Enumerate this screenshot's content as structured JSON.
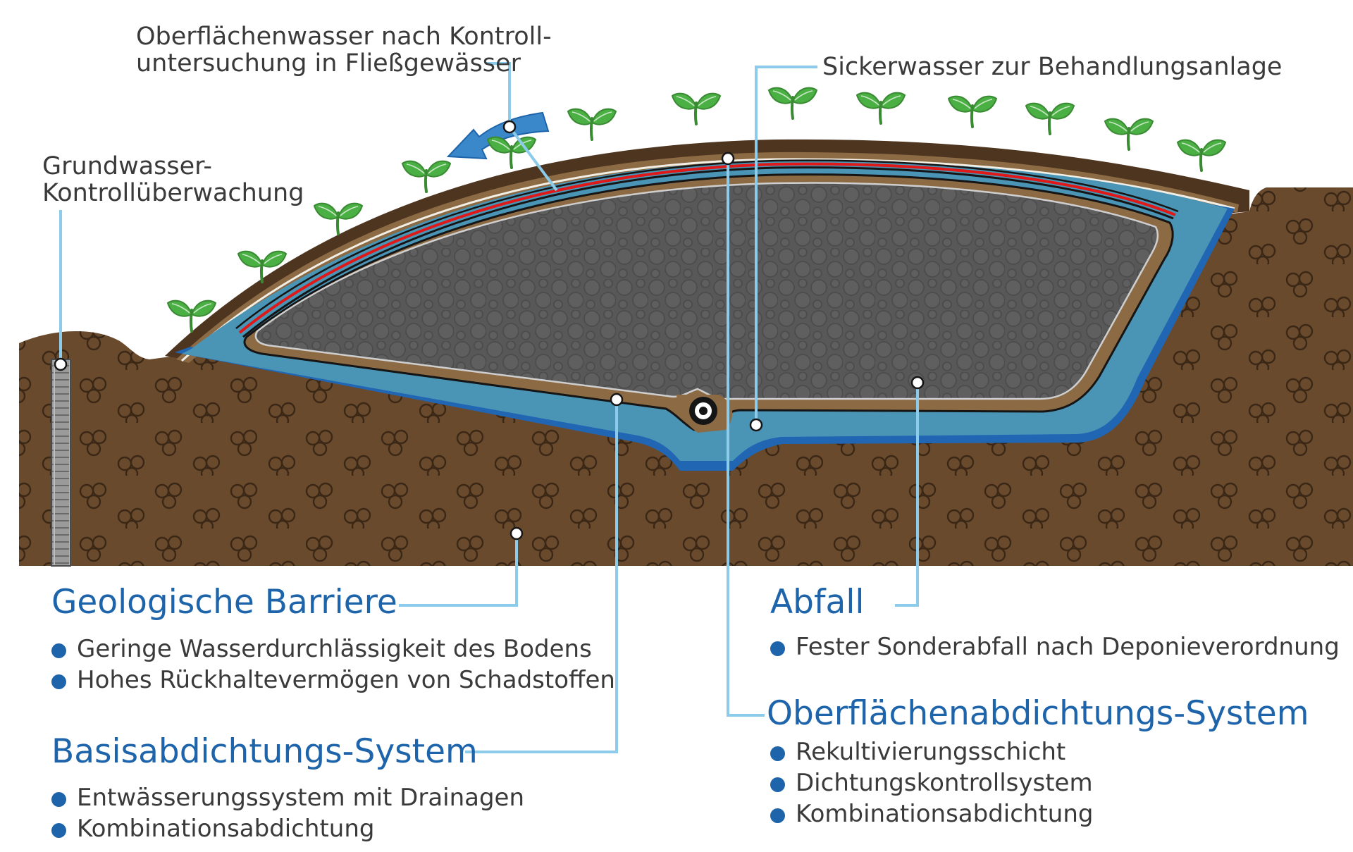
{
  "labels": {
    "surface_water": [
      "Oberflächenwasser nach Kontroll-",
      "untersuchung in Fließgewässer"
    ],
    "leachate": "Sickerwasser zur Behandlungsanlage",
    "groundwater": [
      "Grundwasser-",
      "Kontrollüberwachung"
    ]
  },
  "sections": {
    "geological_barrier": {
      "title": "Geologische Barriere",
      "items": [
        "Geringe Wasserdurchlässigkeit des Bodens",
        "Hohes Rückhaltevermögen von Schadstoffen"
      ]
    },
    "base_sealing": {
      "title": "Basisabdichtungs-System",
      "items": [
        "Entwässerungssystem mit Drainagen",
        "Kombinationsabdichtung"
      ]
    },
    "waste": {
      "title": "Abfall",
      "items": [
        "Fester Sonderabfall nach Deponieverordnung"
      ]
    },
    "surface_sealing": {
      "title": "Oberflächenabdichtungs-System",
      "items": [
        "Rekultivierungsschicht",
        "Dichtungskontrollsystem",
        "Kombinationsabdichtung"
      ]
    }
  },
  "colors": {
    "soil": "#6a4a2c",
    "soil_dark": "#4e3520",
    "rim": "#8c6a44",
    "water_light": "#4a95b6",
    "water_dark": "#2166b3",
    "waste": "#5a5a5a",
    "seal_red": "#e01818",
    "plant": "#4bb043",
    "callout": "#8ccbea",
    "heading": "#1e64aa"
  }
}
